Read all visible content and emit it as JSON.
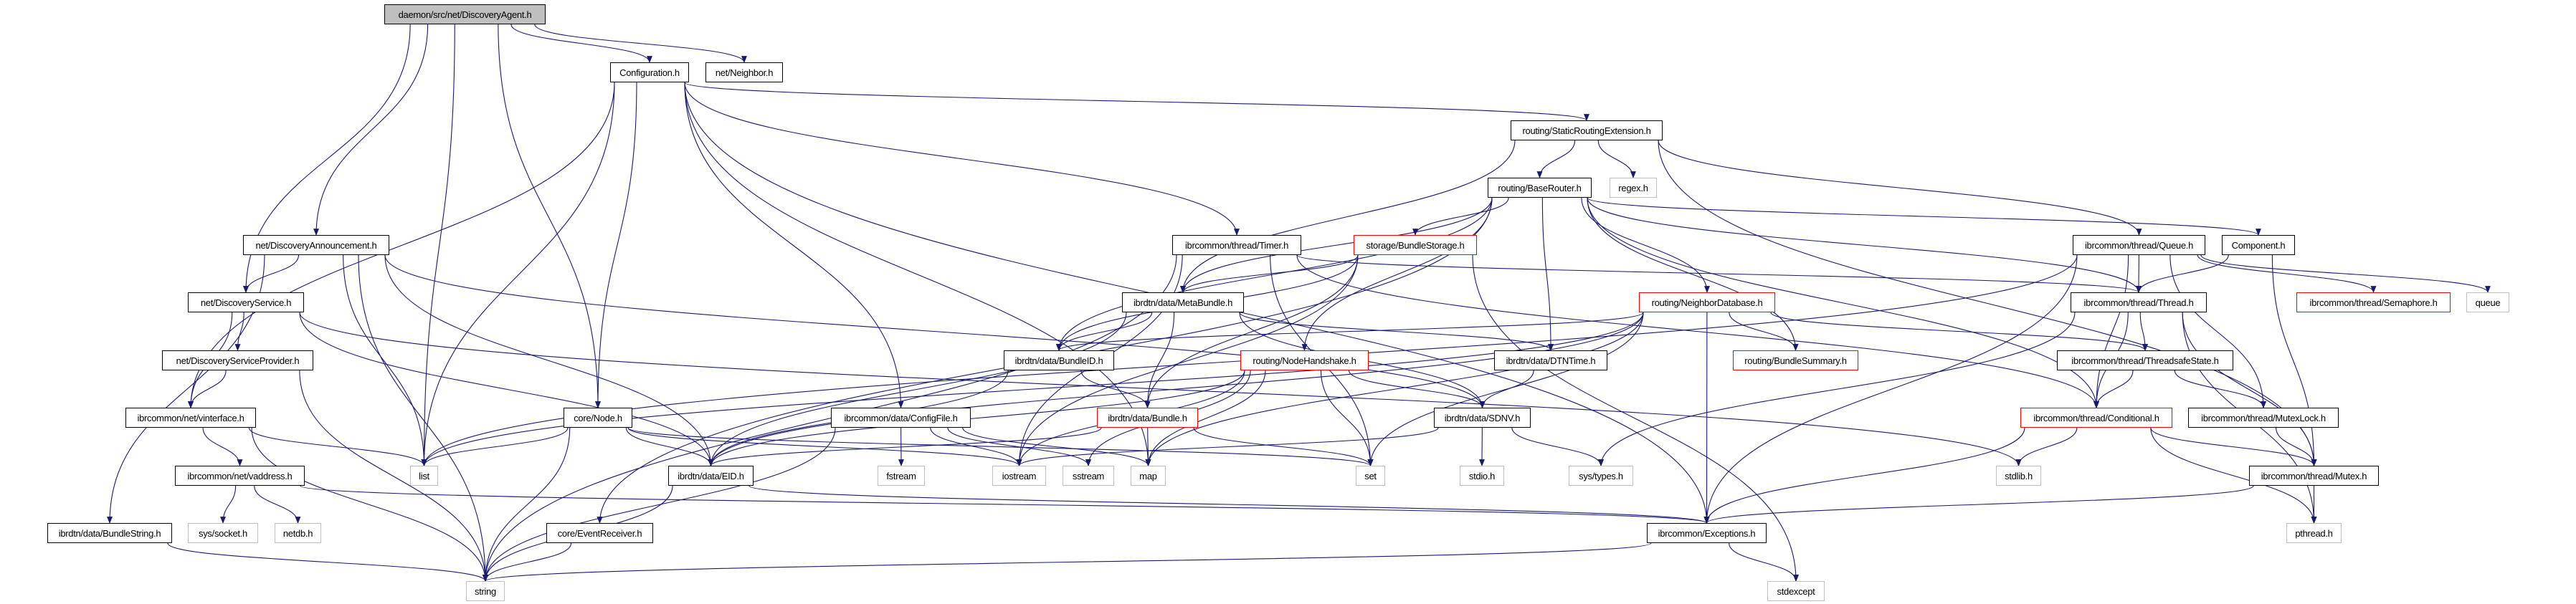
{
  "graph": {
    "edge_color": "#191970",
    "nodes": [
      {
        "label": "daemon/src/net/DiscoveryAgent.h",
        "style": "root"
      },
      {
        "label": "Configuration.h",
        "style": "normal"
      },
      {
        "label": "net/Neighbor.h",
        "style": "normal"
      },
      {
        "label": "net/DiscoveryAnnouncement.h",
        "style": "normal"
      },
      {
        "label": "net/DiscoveryService.h",
        "style": "normal"
      },
      {
        "label": "net/DiscoveryServiceProvider.h",
        "style": "normal"
      },
      {
        "label": "ibrcommon/net/vinterface.h",
        "style": "normal"
      },
      {
        "label": "list",
        "style": "gray"
      },
      {
        "label": "ibrcommon/net/vaddress.h",
        "style": "normal"
      },
      {
        "label": "core/Node.h",
        "style": "normal"
      },
      {
        "label": "ibrdtn/data/EID.h",
        "style": "normal"
      },
      {
        "label": "ibrdtn/data/BundleString.h",
        "style": "normal"
      },
      {
        "label": "sys/socket.h",
        "style": "gray"
      },
      {
        "label": "netdb.h",
        "style": "gray"
      },
      {
        "label": "core/EventReceiver.h",
        "style": "normal"
      },
      {
        "label": "string",
        "style": "gray"
      },
      {
        "label": "ibrcommon/data/ConfigFile.h",
        "style": "normal"
      },
      {
        "label": "routing/StaticRoutingExtension.h",
        "style": "normal"
      },
      {
        "label": "regex.h",
        "style": "gray"
      },
      {
        "label": "routing/BaseRouter.h",
        "style": "normal"
      },
      {
        "label": "ibrcommon/thread/Timer.h",
        "style": "normal"
      },
      {
        "label": "storage/BundleStorage.h",
        "style": "red"
      },
      {
        "label": "ibrdtn/data/MetaBundle.h",
        "style": "normal"
      },
      {
        "label": "routing/NeighborDatabase.h",
        "style": "red"
      },
      {
        "label": "ibrdtn/data/BundleID.h",
        "style": "normal"
      },
      {
        "label": "routing/NodeHandshake.h",
        "style": "red"
      },
      {
        "label": "ibrdtn/data/DTNTime.h",
        "style": "normal"
      },
      {
        "label": "ibrdtn/data/Bundle.h",
        "style": "red"
      },
      {
        "label": "ibrdtn/data/SDNV.h",
        "style": "normal"
      },
      {
        "label": "fstream",
        "style": "gray"
      },
      {
        "label": "iostream",
        "style": "gray"
      },
      {
        "label": "sstream",
        "style": "gray"
      },
      {
        "label": "map",
        "style": "gray"
      },
      {
        "label": "set",
        "style": "gray"
      },
      {
        "label": "stdio.h",
        "style": "gray"
      },
      {
        "label": "sys/types.h",
        "style": "gray"
      },
      {
        "label": "ibrcommon/Exceptions.h",
        "style": "normal"
      },
      {
        "label": "ibrcommon/thread/Queue.h",
        "style": "normal"
      },
      {
        "label": "Component.h",
        "style": "normal"
      },
      {
        "label": "ibrcommon/thread/Thread.h",
        "style": "normal"
      },
      {
        "label": "ibrcommon/thread/Semaphore.h",
        "style": "red"
      },
      {
        "label": "queue",
        "style": "gray"
      },
      {
        "label": "routing/BundleSummary.h",
        "style": "red"
      },
      {
        "label": "ibrcommon/thread/ThreadsafeState.h",
        "style": "normal"
      },
      {
        "label": "ibrcommon/thread/Conditional.h",
        "style": "red"
      },
      {
        "label": "ibrcommon/thread/MutexLock.h",
        "style": "normal"
      },
      {
        "label": "stdlib.h",
        "style": "gray"
      },
      {
        "label": "ibrcommon/thread/Mutex.h",
        "style": "normal"
      },
      {
        "label": "pthread.h",
        "style": "gray"
      },
      {
        "label": "stdexcept",
        "style": "gray"
      }
    ],
    "edges": [
      [
        "daemon/src/net/DiscoveryAgent.h",
        "Configuration.h"
      ],
      [
        "daemon/src/net/DiscoveryAgent.h",
        "net/Neighbor.h"
      ],
      [
        "daemon/src/net/DiscoveryAgent.h",
        "net/DiscoveryAnnouncement.h"
      ],
      [
        "daemon/src/net/DiscoveryAgent.h",
        "net/DiscoveryService.h"
      ],
      [
        "daemon/src/net/DiscoveryAgent.h",
        "list"
      ],
      [
        "daemon/src/net/DiscoveryAgent.h",
        "core/Node.h"
      ],
      [
        "Configuration.h",
        "ibrcommon/net/vinterface.h"
      ],
      [
        "Configuration.h",
        "list"
      ],
      [
        "Configuration.h",
        "core/Node.h"
      ],
      [
        "Configuration.h",
        "ibrcommon/data/ConfigFile.h"
      ],
      [
        "Configuration.h",
        "ibrcommon/Exceptions.h"
      ],
      [
        "Configuration.h",
        "map"
      ],
      [
        "Configuration.h",
        "routing/StaticRoutingExtension.h"
      ],
      [
        "Configuration.h",
        "ibrcommon/thread/Timer.h"
      ],
      [
        "net/DiscoveryAnnouncement.h",
        "net/DiscoveryService.h"
      ],
      [
        "net/DiscoveryAnnouncement.h",
        "list"
      ],
      [
        "net/DiscoveryAnnouncement.h",
        "ibrdtn/data/EID.h"
      ],
      [
        "net/DiscoveryAnnouncement.h",
        "ibrdtn/data/BundleString.h"
      ],
      [
        "net/DiscoveryAnnouncement.h",
        "string"
      ],
      [
        "net/DiscoveryAnnouncement.h",
        "ibrdtn/data/SDNV.h"
      ],
      [
        "net/DiscoveryService.h",
        "net/DiscoveryServiceProvider.h"
      ],
      [
        "net/DiscoveryService.h",
        "ibrcommon/net/vinterface.h"
      ],
      [
        "net/DiscoveryService.h",
        "ibrdtn/data/EID.h"
      ],
      [
        "net/DiscoveryService.h",
        "stdlib.h"
      ],
      [
        "net/DiscoveryServiceProvider.h",
        "ibrcommon/net/vinterface.h"
      ],
      [
        "net/DiscoveryServiceProvider.h",
        "string"
      ],
      [
        "ibrcommon/net/vinterface.h",
        "list"
      ],
      [
        "ibrcommon/net/vinterface.h",
        "ibrcommon/net/vaddress.h"
      ],
      [
        "ibrcommon/net/vinterface.h",
        "string"
      ],
      [
        "ibrcommon/net/vaddress.h",
        "sys/socket.h"
      ],
      [
        "ibrcommon/net/vaddress.h",
        "netdb.h"
      ],
      [
        "ibrcommon/net/vaddress.h",
        "ibrcommon/Exceptions.h"
      ],
      [
        "ibrdtn/data/BundleString.h",
        "string"
      ],
      [
        "core/Node.h",
        "list"
      ],
      [
        "core/Node.h",
        "string"
      ],
      [
        "core/Node.h",
        "ibrdtn/data/EID.h"
      ],
      [
        "core/Node.h",
        "iostream"
      ],
      [
        "core/Node.h",
        "set"
      ],
      [
        "ibrdtn/data/EID.h",
        "string"
      ],
      [
        "ibrdtn/data/EID.h",
        "ibrcommon/Exceptions.h"
      ],
      [
        "core/EventReceiver.h",
        "string"
      ],
      [
        "ibrcommon/data/ConfigFile.h",
        "fstream"
      ],
      [
        "ibrcommon/data/ConfigFile.h",
        "iostream"
      ],
      [
        "ibrcommon/data/ConfigFile.h",
        "sstream"
      ],
      [
        "ibrcommon/data/ConfigFile.h",
        "map"
      ],
      [
        "ibrcommon/data/ConfigFile.h",
        "string"
      ],
      [
        "ibrcommon/thread/Timer.h",
        "string"
      ],
      [
        "ibrcommon/thread/Timer.h",
        "set"
      ],
      [
        "ibrcommon/thread/Timer.h",
        "iostream"
      ],
      [
        "ibrcommon/thread/Timer.h",
        "ibrcommon/thread/Thread.h"
      ],
      [
        "ibrcommon/thread/Timer.h",
        "ibrcommon/thread/Conditional.h"
      ],
      [
        "routing/StaticRoutingExtension.h",
        "routing/BaseRouter.h"
      ],
      [
        "routing/StaticRoutingExtension.h",
        "regex.h"
      ],
      [
        "routing/StaticRoutingExtension.h",
        "ibrdtn/data/MetaBundle.h"
      ],
      [
        "routing/StaticRoutingExtension.h",
        "ibrcommon/thread/Queue.h"
      ],
      [
        "routing/StaticRoutingExtension.h",
        "ibrcommon/thread/Mutex.h"
      ],
      [
        "routing/BaseRouter.h",
        "core/EventReceiver.h"
      ],
      [
        "routing/BaseRouter.h",
        "storage/BundleStorage.h"
      ],
      [
        "routing/BaseRouter.h",
        "ibrdtn/data/MetaBundle.h"
      ],
      [
        "routing/BaseRouter.h",
        "ibrdtn/data/BundleID.h"
      ],
      [
        "routing/BaseRouter.h",
        "routing/NodeHandshake.h"
      ],
      [
        "routing/BaseRouter.h",
        "ibrdtn/data/DTNTime.h"
      ],
      [
        "routing/BaseRouter.h",
        "routing/NeighborDatabase.h"
      ],
      [
        "routing/BaseRouter.h",
        "routing/BundleSummary.h"
      ],
      [
        "routing/BaseRouter.h",
        "Component.h"
      ],
      [
        "routing/BaseRouter.h",
        "ibrcommon/thread/Thread.h"
      ],
      [
        "routing/BaseRouter.h",
        "ibrcommon/thread/Conditional.h"
      ],
      [
        "storage/BundleStorage.h",
        "ibrdtn/data/MetaBundle.h"
      ],
      [
        "storage/BundleStorage.h",
        "ibrdtn/data/BundleID.h"
      ],
      [
        "storage/BundleStorage.h",
        "ibrdtn/data/Bundle.h"
      ],
      [
        "storage/BundleStorage.h",
        "iostream"
      ],
      [
        "storage/BundleStorage.h",
        "stdexcept"
      ],
      [
        "ibrdtn/data/MetaBundle.h",
        "ibrdtn/data/BundleID.h"
      ],
      [
        "ibrdtn/data/MetaBundle.h",
        "ibrdtn/data/Bundle.h"
      ],
      [
        "ibrdtn/data/MetaBundle.h",
        "ibrdtn/data/DTNTime.h"
      ],
      [
        "ibrdtn/data/MetaBundle.h",
        "ibrdtn/data/EID.h"
      ],
      [
        "ibrdtn/data/MetaBundle.h",
        "ibrdtn/data/SDNV.h"
      ],
      [
        "routing/NeighborDatabase.h",
        "routing/BundleSummary.h"
      ],
      [
        "routing/NeighborDatabase.h",
        "ibrdtn/data/BundleID.h"
      ],
      [
        "routing/NeighborDatabase.h",
        "ibrdtn/data/EID.h"
      ],
      [
        "routing/NeighborDatabase.h",
        "ibrcommon/Exceptions.h"
      ],
      [
        "routing/NeighborDatabase.h",
        "ibrcommon/thread/ThreadsafeState.h"
      ],
      [
        "routing/NeighborDatabase.h",
        "set"
      ],
      [
        "routing/NeighborDatabase.h",
        "map"
      ],
      [
        "routing/NeighborDatabase.h",
        "list"
      ],
      [
        "ibrdtn/data/BundleID.h",
        "ibrdtn/data/Bundle.h"
      ],
      [
        "ibrdtn/data/BundleID.h",
        "ibrdtn/data/EID.h"
      ],
      [
        "routing/NodeHandshake.h",
        "ibrdtn/data/SDNV.h"
      ],
      [
        "routing/NodeHandshake.h",
        "iostream"
      ],
      [
        "routing/NodeHandshake.h",
        "sstream"
      ],
      [
        "routing/NodeHandshake.h",
        "map"
      ],
      [
        "routing/NodeHandshake.h",
        "set"
      ],
      [
        "routing/NodeHandshake.h",
        "ibrdtn/data/EID.h"
      ],
      [
        "ibrdtn/data/DTNTime.h",
        "ibrdtn/data/SDNV.h"
      ],
      [
        "ibrdtn/data/Bundle.h",
        "map"
      ],
      [
        "ibrdtn/data/Bundle.h",
        "set"
      ],
      [
        "ibrdtn/data/Bundle.h",
        "ibrdtn/data/EID.h"
      ],
      [
        "ibrdtn/data/SDNV.h",
        "stdio.h"
      ],
      [
        "ibrdtn/data/SDNV.h",
        "sys/types.h"
      ],
      [
        "ibrdtn/data/SDNV.h",
        "iostream"
      ],
      [
        "ibrcommon/thread/Queue.h",
        "ibrcommon/thread/Thread.h"
      ],
      [
        "ibrcommon/thread/Queue.h",
        "ibrcommon/thread/Conditional.h"
      ],
      [
        "ibrcommon/thread/Queue.h",
        "ibrcommon/thread/MutexLock.h"
      ],
      [
        "ibrcommon/thread/Queue.h",
        "ibrcommon/thread/Semaphore.h"
      ],
      [
        "ibrcommon/thread/Queue.h",
        "queue"
      ],
      [
        "ibrcommon/thread/Queue.h",
        "ibrcommon/Exceptions.h"
      ],
      [
        "ibrcommon/thread/Queue.h",
        "list"
      ],
      [
        "Component.h",
        "ibrcommon/thread/Thread.h"
      ],
      [
        "Component.h",
        "ibrcommon/thread/Mutex.h"
      ],
      [
        "ibrcommon/thread/Thread.h",
        "ibrcommon/thread/ThreadsafeState.h"
      ],
      [
        "ibrcommon/thread/Thread.h",
        "ibrcommon/thread/Conditional.h"
      ],
      [
        "ibrcommon/thread/Thread.h",
        "ibrcommon/thread/Mutex.h"
      ],
      [
        "ibrcommon/thread/Thread.h",
        "pthread.h"
      ],
      [
        "ibrcommon/thread/Thread.h",
        "sys/types.h"
      ],
      [
        "ibrcommon/thread/ThreadsafeState.h",
        "ibrcommon/thread/Conditional.h"
      ],
      [
        "ibrcommon/thread/ThreadsafeState.h",
        "ibrcommon/thread/MutexLock.h"
      ],
      [
        "ibrcommon/thread/Conditional.h",
        "stdlib.h"
      ],
      [
        "ibrcommon/thread/Conditional.h",
        "ibrcommon/thread/Mutex.h"
      ],
      [
        "ibrcommon/thread/Conditional.h",
        "pthread.h"
      ],
      [
        "ibrcommon/thread/Conditional.h",
        "ibrcommon/Exceptions.h"
      ],
      [
        "ibrcommon/thread/MutexLock.h",
        "ibrcommon/thread/Mutex.h"
      ],
      [
        "ibrcommon/thread/Mutex.h",
        "pthread.h"
      ],
      [
        "ibrcommon/thread/Mutex.h",
        "ibrcommon/Exceptions.h"
      ],
      [
        "ibrcommon/Exceptions.h",
        "stdexcept"
      ],
      [
        "ibrcommon/Exceptions.h",
        "string"
      ]
    ]
  }
}
